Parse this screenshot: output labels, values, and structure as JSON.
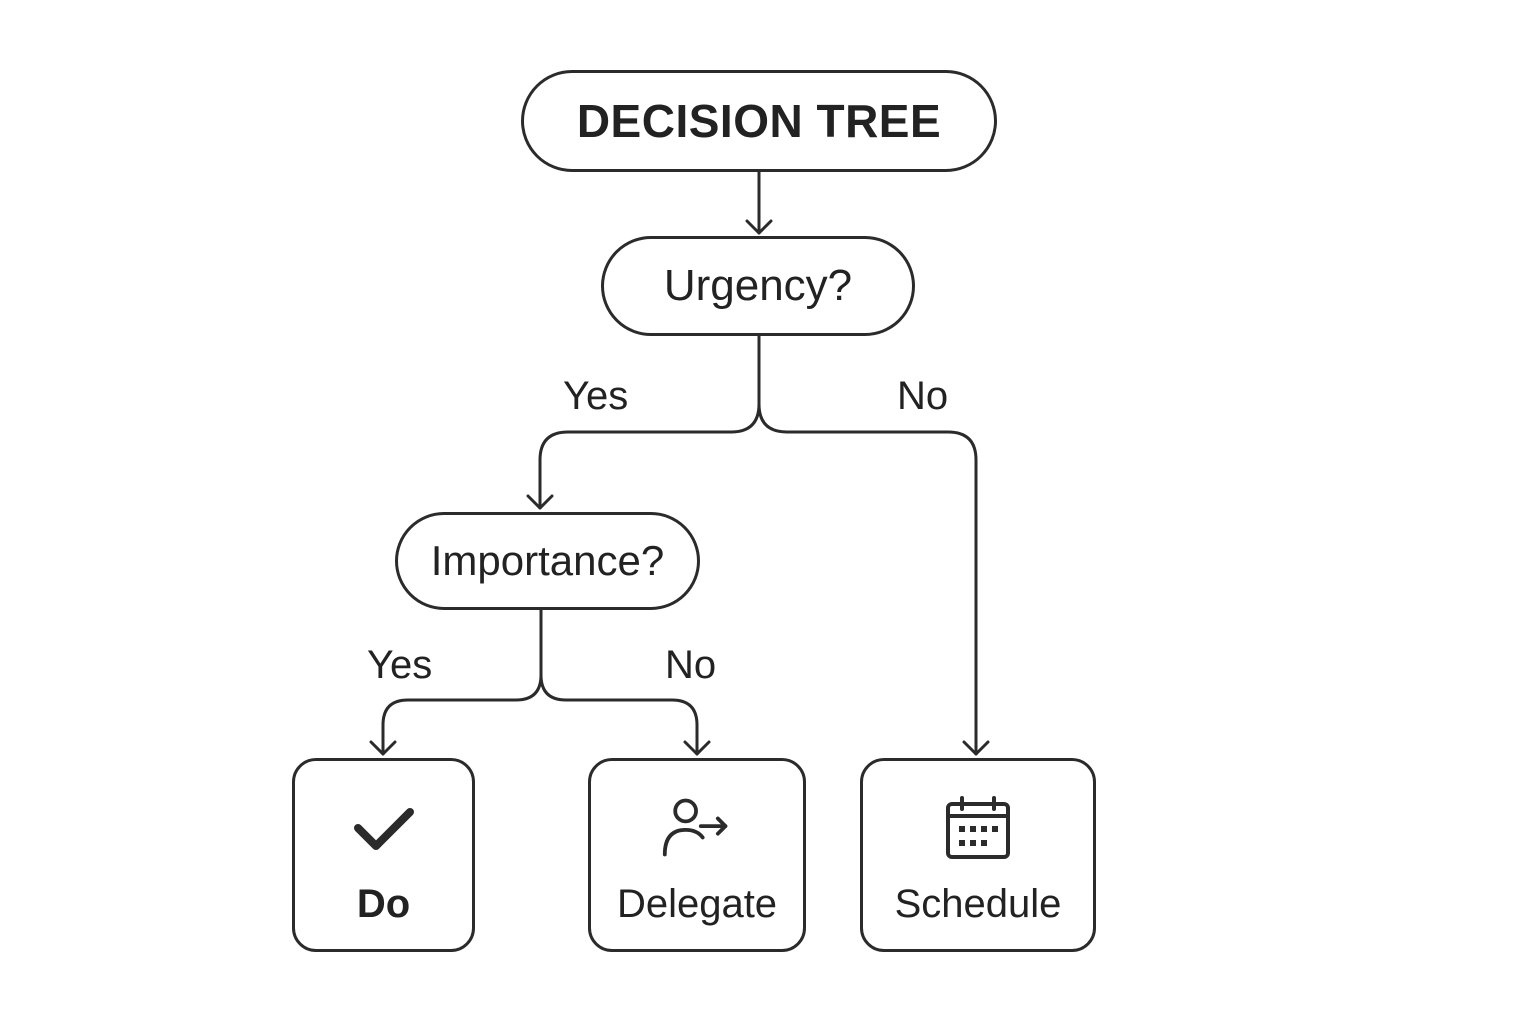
{
  "diagram": {
    "title": "DECISION TREE",
    "nodes": {
      "urgency": "Urgency?",
      "importance": "Importance?",
      "do": {
        "label": "Do",
        "icon": "checkmark-icon"
      },
      "delegate": {
        "label": "Delegate",
        "icon": "person-forward-icon"
      },
      "schedule": {
        "label": "Schedule",
        "icon": "calendar-icon"
      }
    },
    "edges": {
      "urgency_yes": "Yes",
      "urgency_no": "No",
      "importance_yes": "Yes",
      "importance_no": "No"
    },
    "colors": {
      "stroke": "#2b2b2b",
      "text": "#222222",
      "background": "#ffffff"
    }
  }
}
